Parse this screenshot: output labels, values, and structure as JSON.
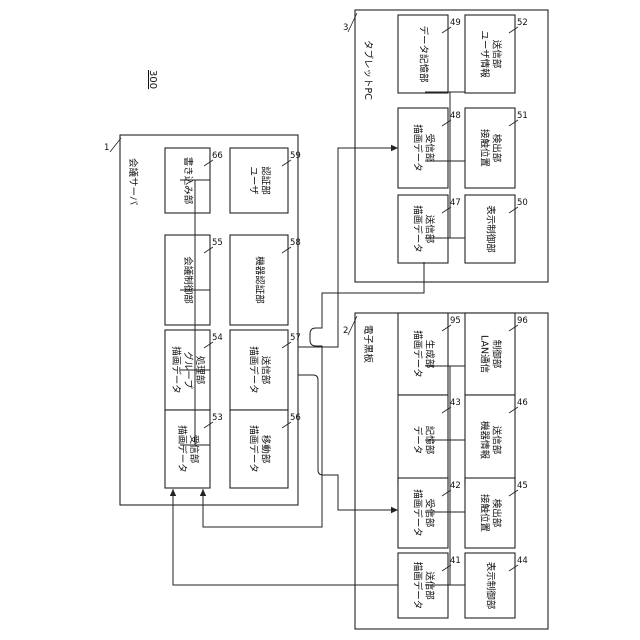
{
  "figure_number": "300",
  "conference_server": {
    "number": "1",
    "label": "会議サーバ",
    "blocks": {
      "b53": {
        "number": "53",
        "lines": [
          "描画データ",
          "受信部"
        ]
      },
      "b54": {
        "number": "54",
        "lines": [
          "描画データ",
          "グループ",
          "処理部"
        ]
      },
      "b55": {
        "number": "55",
        "lines": [
          "会議制御部"
        ]
      },
      "b66": {
        "number": "66",
        "lines": [
          "書き込み部"
        ]
      },
      "b56": {
        "number": "56",
        "lines": [
          "描画データ",
          "移動部"
        ]
      },
      "b57": {
        "number": "57",
        "lines": [
          "描画データ",
          "送信部"
        ]
      },
      "b58": {
        "number": "58",
        "lines": [
          "機器認証部"
        ]
      },
      "b59": {
        "number": "59",
        "lines": [
          "ユーザ",
          "認証部"
        ]
      }
    }
  },
  "tablet_pc": {
    "number": "3",
    "label": "タブレットPC",
    "blocks": {
      "b47": {
        "number": "47",
        "lines": [
          "描画データ",
          "送信部"
        ]
      },
      "b48": {
        "number": "48",
        "lines": [
          "描画データ",
          "受信部"
        ]
      },
      "b49": {
        "number": "49",
        "lines": [
          "データ記憶部"
        ]
      },
      "b50": {
        "number": "50",
        "lines": [
          "表示制御部"
        ]
      },
      "b51": {
        "number": "51",
        "lines": [
          "接触位置",
          "検出部"
        ]
      },
      "b52": {
        "number": "52",
        "lines": [
          "ユーザ情報",
          "送信部"
        ]
      }
    }
  },
  "whiteboard": {
    "number": "2",
    "label": "電子黒板",
    "blocks": {
      "b41": {
        "number": "41",
        "lines": [
          "描画データ",
          "送信部"
        ]
      },
      "b42": {
        "number": "42",
        "lines": [
          "描画データ",
          "受信部"
        ]
      },
      "b43": {
        "number": "43",
        "lines": [
          "データ",
          "記憶部"
        ]
      },
      "b95": {
        "number": "95",
        "lines": [
          "描画データ",
          "生成部"
        ]
      },
      "b44": {
        "number": "44",
        "lines": [
          "表示制御部"
        ]
      },
      "b45": {
        "number": "45",
        "lines": [
          "接触位置",
          "検出部"
        ]
      },
      "b46": {
        "number": "46",
        "lines": [
          "機器情報",
          "送信部"
        ]
      },
      "b96": {
        "number": "96",
        "lines": [
          "LAN通信",
          "制御部"
        ]
      }
    }
  }
}
